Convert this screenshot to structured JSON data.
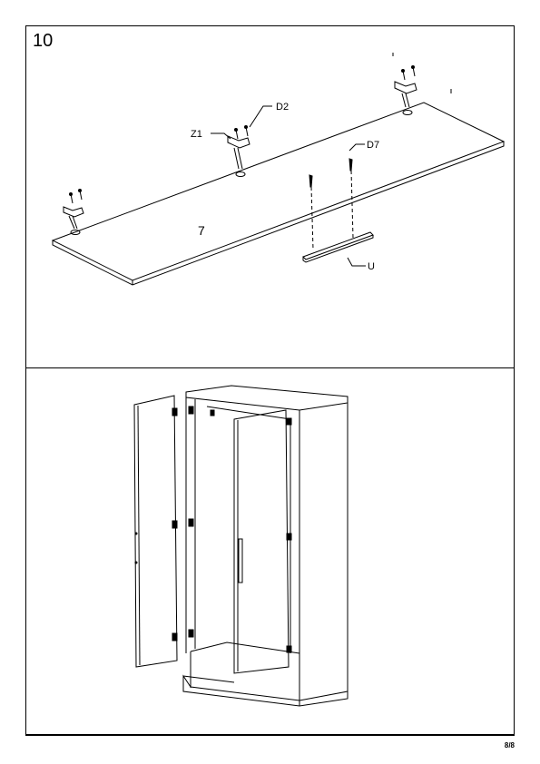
{
  "step": {
    "number": "10"
  },
  "labels": {
    "part_panel": "7",
    "hinge": "Z1",
    "screw_small": "D2",
    "screw_long": "D7",
    "handle": "U"
  },
  "footer": {
    "page": "8/8"
  }
}
